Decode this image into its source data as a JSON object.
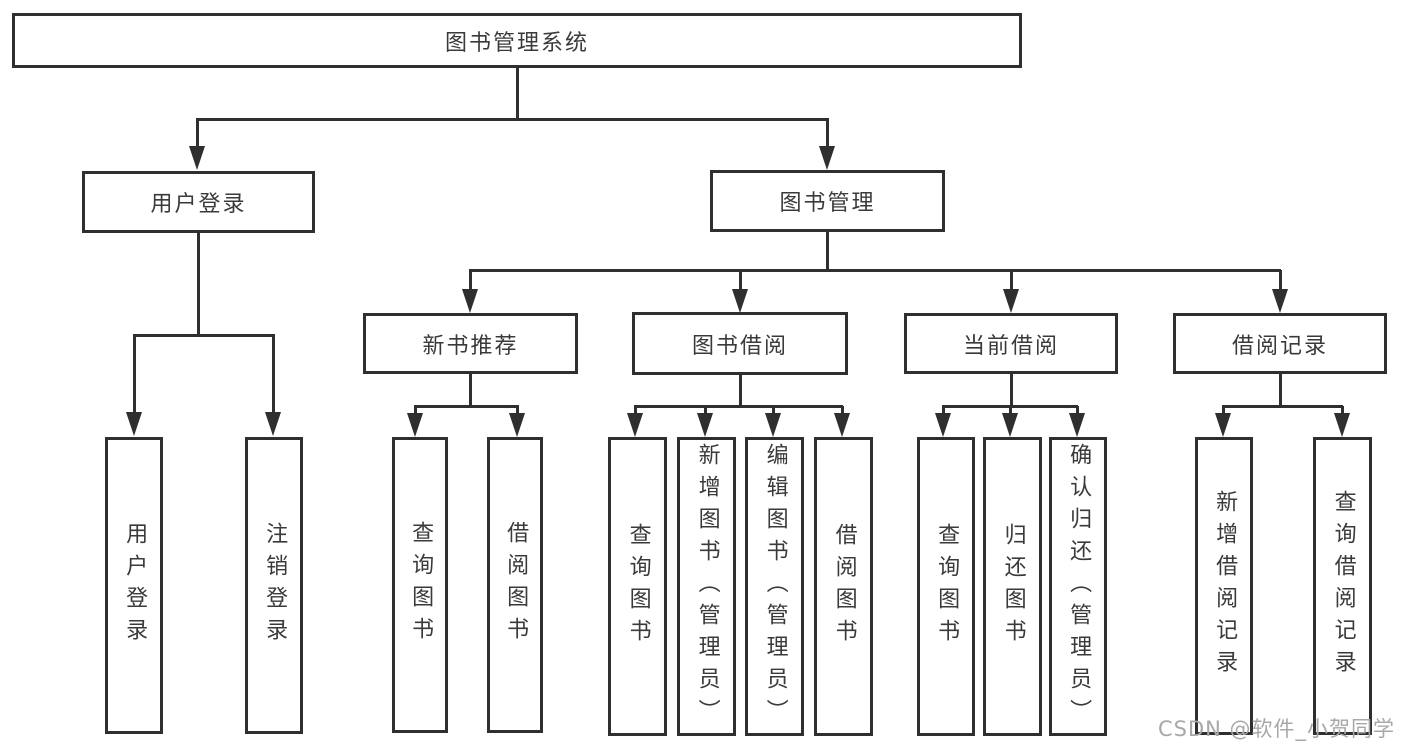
{
  "diagram": {
    "root": {
      "label": "图书管理系统"
    },
    "branches": [
      {
        "label": "用户登录",
        "children": [
          {
            "label": "用户登录"
          },
          {
            "label": "注销登录"
          }
        ]
      },
      {
        "label": "图书管理",
        "children": [
          {
            "label": "新书推荐",
            "children": [
              {
                "label": "查询图书"
              },
              {
                "label": "借阅图书"
              }
            ]
          },
          {
            "label": "图书借阅",
            "children": [
              {
                "label": "查询图书"
              },
              {
                "label": "新增图书（管理员）"
              },
              {
                "label": "编辑图书（管理员）"
              },
              {
                "label": "借阅图书"
              }
            ]
          },
          {
            "label": "当前借阅",
            "children": [
              {
                "label": "查询图书"
              },
              {
                "label": "归还图书"
              },
              {
                "label": "确认归还（管理员）"
              }
            ]
          },
          {
            "label": "借阅记录",
            "children": [
              {
                "label": "新增借阅记录"
              },
              {
                "label": "查询借阅记录"
              }
            ]
          }
        ]
      }
    ]
  },
  "watermark": {
    "text": "CSDN @软件_小贺同学"
  },
  "colors": {
    "line": "#2f2f2f",
    "text": "#3a3a3a",
    "background": "#ffffff",
    "watermark": "#a8a8a8"
  }
}
